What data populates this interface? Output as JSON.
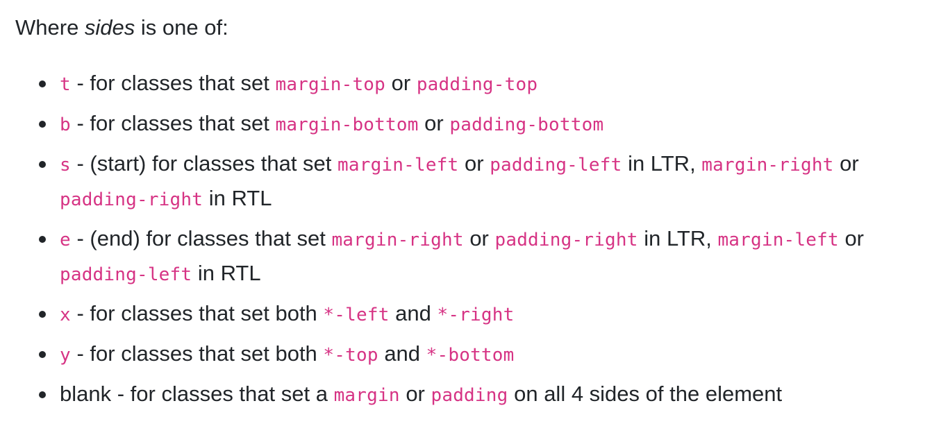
{
  "intro": {
    "prefix": "Where ",
    "emphasis": "sides",
    "suffix": " is one of:"
  },
  "items": [
    {
      "key": "t",
      "parts": [
        {
          "t": " - for classes that set "
        },
        {
          "c": "margin-top"
        },
        {
          "t": " or "
        },
        {
          "c": "padding-top"
        }
      ]
    },
    {
      "key": "b",
      "parts": [
        {
          "t": " - for classes that set "
        },
        {
          "c": "margin-bottom"
        },
        {
          "t": " or "
        },
        {
          "c": "padding-bottom"
        }
      ]
    },
    {
      "key": "s",
      "parts": [
        {
          "t": " - (start) for classes that set "
        },
        {
          "c": "margin-left"
        },
        {
          "t": " or "
        },
        {
          "c": "padding-left"
        },
        {
          "t": " in LTR, "
        },
        {
          "c": "margin-right"
        },
        {
          "t": " or "
        },
        {
          "c": "padding-right"
        },
        {
          "t": " in RTL"
        }
      ]
    },
    {
      "key": "e",
      "parts": [
        {
          "t": " - (end) for classes that set "
        },
        {
          "c": "margin-right"
        },
        {
          "t": " or "
        },
        {
          "c": "padding-right"
        },
        {
          "t": " in LTR, "
        },
        {
          "c": "margin-left"
        },
        {
          "t": " or "
        },
        {
          "c": "padding-left"
        },
        {
          "t": " in RTL"
        }
      ]
    },
    {
      "key": "x",
      "parts": [
        {
          "t": " - for classes that set both "
        },
        {
          "c": "*-left"
        },
        {
          "t": " and "
        },
        {
          "c": "*-right"
        }
      ]
    },
    {
      "key": "y",
      "parts": [
        {
          "t": " - for classes that set both "
        },
        {
          "c": "*-top"
        },
        {
          "t": " and "
        },
        {
          "c": "*-bottom"
        }
      ]
    },
    {
      "key": "",
      "parts": [
        {
          "t": "blank - for classes that set a "
        },
        {
          "c": "margin"
        },
        {
          "t": " or "
        },
        {
          "c": "padding"
        },
        {
          "t": " on all 4 sides of the element"
        }
      ]
    }
  ],
  "colors": {
    "text": "#212529",
    "code": "#d63384",
    "background": "#ffffff"
  }
}
